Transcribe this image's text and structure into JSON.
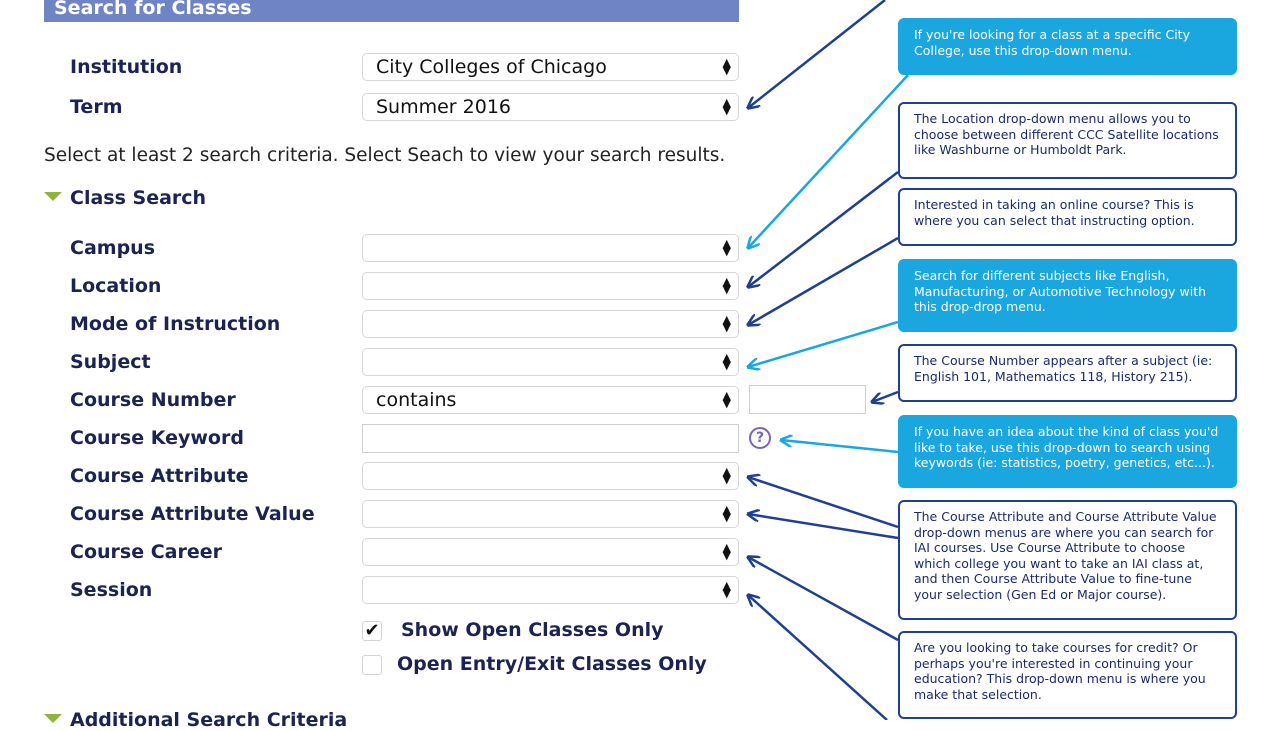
{
  "header": {
    "title": "Search for Classes"
  },
  "institution": {
    "label": "Institution",
    "value": "City Colleges of Chicago"
  },
  "term": {
    "label": "Term",
    "value": "Summer 2016"
  },
  "instructions": "Select at least 2 search criteria. Select Seach to view your search results.",
  "section": {
    "title": "Class Search"
  },
  "fields": {
    "campus": {
      "label": "Campus",
      "value": ""
    },
    "location": {
      "label": "Location",
      "value": ""
    },
    "mode": {
      "label": "Mode of Instruction",
      "value": ""
    },
    "subject": {
      "label": "Subject",
      "value": ""
    },
    "course_number": {
      "label": "Course Number",
      "operator": "contains",
      "value": ""
    },
    "keyword": {
      "label": "Course Keyword",
      "value": "",
      "help_icon": "?"
    },
    "attribute": {
      "label": "Course Attribute",
      "value": ""
    },
    "attribute_value": {
      "label": "Course Attribute Value",
      "value": ""
    },
    "career": {
      "label": "Course Career",
      "value": ""
    },
    "session": {
      "label": "Session",
      "value": ""
    }
  },
  "checkboxes": {
    "open_classes": {
      "label": "Show Open Classes Only",
      "checked": true,
      "mark": "✔"
    },
    "open_entry": {
      "label": "Open Entry/Exit Classes Only",
      "checked": false
    }
  },
  "cut_off_text": "Additional Search Criteria",
  "callouts": {
    "institution": "If you're looking for a class at a specific City College, use this drop-down menu.",
    "location": "The Location drop-down menu allows you to choose between different CCC Satellite locations like Washburne or Humboldt Park.",
    "mode": "Interested in taking an online course? This is where you can select that instructing option.",
    "subject": "Search for different subjects like English, Manufacturing, or Automotive Technology with this drop-drop menu.",
    "course_number": "The Course Number appears after a subject (ie: English 101, Mathematics 118, History 215).",
    "keyword": "If you have an idea about the kind of class you'd like to take, use this drop-down to search using keywords (ie: statistics, poetry, genetics, etc...).",
    "attribute": "The Course Attribute and Course Attribute Value drop-down menus are where you can search for IAI courses. Use Course Attribute to choose which college you want to take an IAI class at, and then Course Attribute Value to fine-tune your selection (Gen Ed or Major course).",
    "career": "Are you looking to take courses for credit? Or perhaps you're interested in continuing your education? This drop-down menu is where you make that selection."
  },
  "colors": {
    "header": "#6f84c4",
    "label": "#1a2352",
    "dark_callout": "#1f3f8f",
    "light_callout": "#1aa7df",
    "triangle": "#8cb53a"
  }
}
